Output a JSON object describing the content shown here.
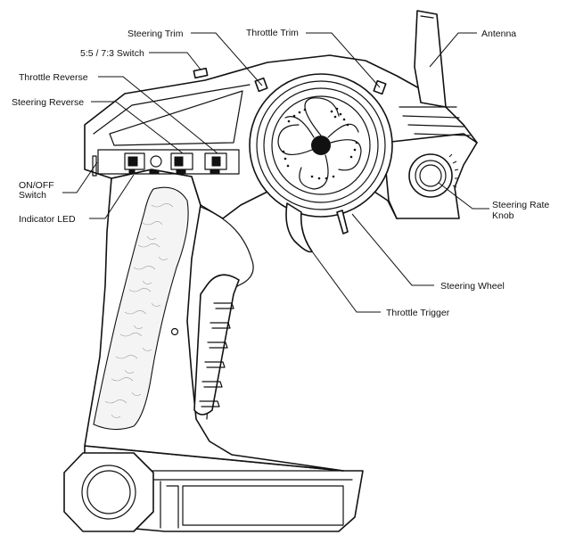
{
  "labels": {
    "steering_trim": "Steering Trim",
    "throttle_trim": "Throttle Trim",
    "antenna": "Antenna",
    "ratio_switch": "5:5 / 7:3 Switch",
    "throttle_reverse": "Throttle Reverse",
    "steering_reverse": "Steering Reverse",
    "on_off_line1": "ON/OFF",
    "on_off_line2": "Switch",
    "indicator_led": "Indicator LED",
    "steering_rate_line1": "Steering Rate",
    "steering_rate_line2": "Knob",
    "steering_wheel": "Steering Wheel",
    "throttle_trigger": "Throttle Trigger"
  }
}
